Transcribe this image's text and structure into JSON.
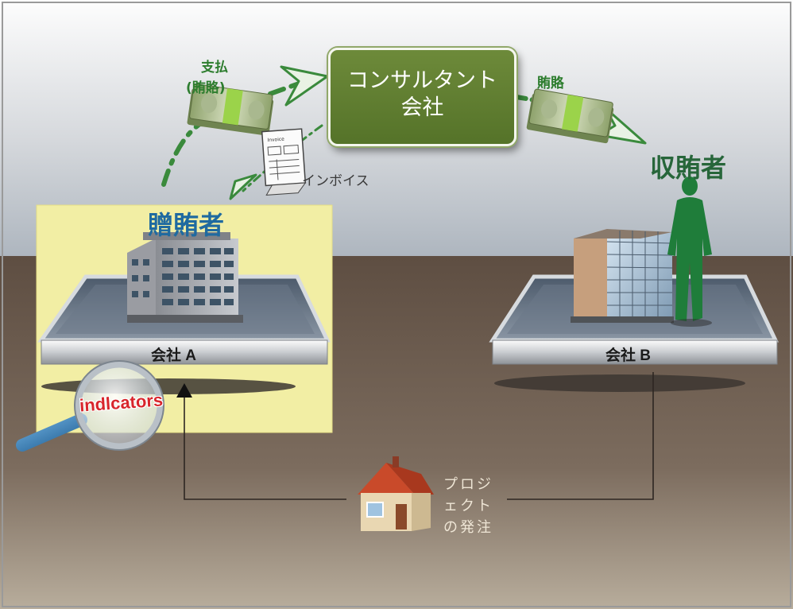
{
  "consultant": {
    "line1": "コンサルタント",
    "line2": "会社"
  },
  "payment": {
    "line1": "支払",
    "line2": "(賄賂)"
  },
  "bribe_right": "賄賂",
  "briber": "贈賄者",
  "recipient": "収賄者",
  "invoice": "インボイス",
  "invoice_doc_title": "Invoice",
  "company_a": "会社 A",
  "company_b": "会社 B",
  "indicators": "indlcators",
  "project": {
    "line1": "プロジ",
    "line2": "ェクト",
    "line3": "の発注"
  },
  "colors": {
    "consultant_box": "#5f7d31",
    "arrow_green": "#3a8a3c",
    "briber_panel": "#f2eea4",
    "briber_label": "#1f6aa0",
    "recipient_label": "#27663a",
    "sky_top": "#fdfdfd",
    "ground": "#6b5a4c"
  }
}
